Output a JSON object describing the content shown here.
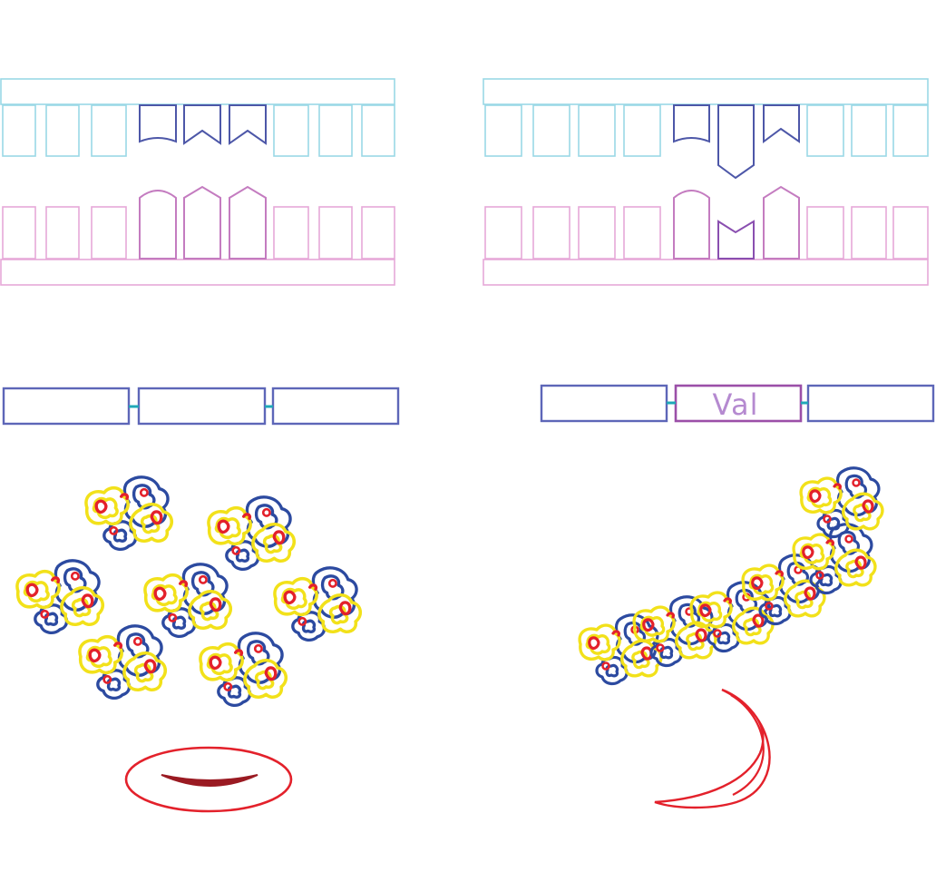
{
  "colors": {
    "top_strand": "#9ad8e6",
    "bottom_strand": "#e6a8d8",
    "tab_blue": "#4d57a8",
    "tab_purple": "#8a4fb0",
    "pink_pocket": "#c47cc0",
    "unit_box": "#5d66b8",
    "unit_box_highlight": "#9b4fa8",
    "linker": "#1fa8b8",
    "val_text": "#b58ad0",
    "complex_yellow": "#f2e11a",
    "complex_blue": "#2c4aa0",
    "complex_red": "#e3212b",
    "rbc_red": "#e3212b",
    "rbc_dark": "#9a1a22"
  },
  "panels": [
    {
      "id": "normal",
      "top_strand": [
        "plain",
        "plain",
        "plain",
        "tab",
        "notch",
        "notch",
        "plain",
        "plain",
        "plain"
      ],
      "bottom_strand": [
        "plain",
        "plain",
        "plain",
        "pocket",
        "pocket",
        "pocket",
        "plain",
        "plain",
        "plain"
      ],
      "chain_units": [
        {
          "text": "",
          "highlight": false
        },
        {
          "text": "",
          "highlight": false
        },
        {
          "text": "",
          "highlight": false
        }
      ],
      "cluster": "dispersed",
      "cell_shape": "discocyte-normal"
    },
    {
      "id": "sickle",
      "top_strand": [
        "plain",
        "plain",
        "plain",
        "plain",
        "tab",
        "long-tab",
        "notch",
        "plain",
        "plain",
        "plain"
      ],
      "bottom_strand": [
        "plain",
        "plain",
        "plain",
        "plain",
        "pocket",
        "notched",
        "pocket",
        "plain",
        "plain",
        "plain"
      ],
      "chain_units": [
        {
          "text": "",
          "highlight": false
        },
        {
          "text": "Val",
          "highlight": true
        },
        {
          "text": "",
          "highlight": false
        }
      ],
      "cluster": "polymer-fiber",
      "cell_shape": "sickle-crescent"
    }
  ]
}
